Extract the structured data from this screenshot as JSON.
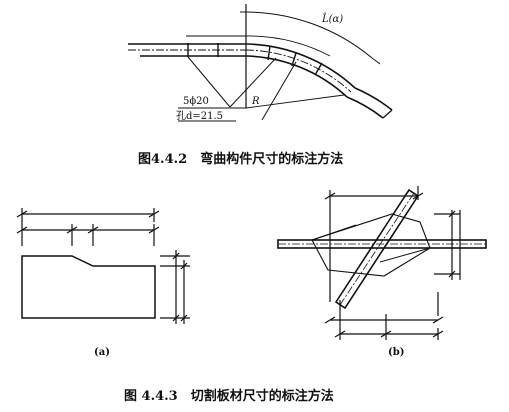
{
  "figure1": {
    "caption": "图4.4.2　弯曲构件尺寸的标注方法",
    "arc_label": "L̂(α)",
    "bolt_label": "5ϕ20",
    "hole_label": "孔d=21.5",
    "radius_label": "R"
  },
  "figure2": {
    "caption": "图 4.4.3　切割板材尺寸的标注方法",
    "sub_a": "(a)",
    "sub_b": "(b)"
  }
}
